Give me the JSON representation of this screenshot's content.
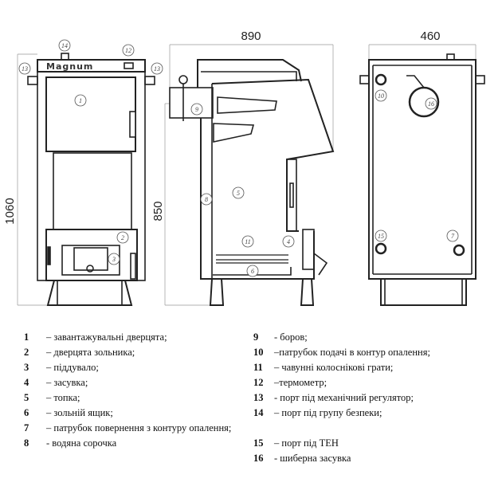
{
  "dimensions": {
    "height_total": "1060",
    "height_flue": "850",
    "depth": "890",
    "width": "460"
  },
  "logo_text": "Magnum",
  "callouts": {
    "c1": "1",
    "c2": "2",
    "c3": "3",
    "c4": "4",
    "c5": "5",
    "c6": "6",
    "c7": "7",
    "c8": "8",
    "c9": "9",
    "c10": "10",
    "c11": "11",
    "c12": "12",
    "c13": "13",
    "c14": "14",
    "c15": "15",
    "c16": "16"
  },
  "legend_left": [
    {
      "num": "1",
      "text": "– завантажувальні дверцята;"
    },
    {
      "num": "2",
      "text": "– дверцята зольника;"
    },
    {
      "num": "3",
      "text": "– піддувало;"
    },
    {
      "num": "4",
      "text": "– засувка;"
    },
    {
      "num": "5",
      "text": "– топка;"
    },
    {
      "num": "6",
      "text": "– зольній ящик;"
    },
    {
      "num": "7",
      "text": "– патрубок повернення з контуру опалення;"
    },
    {
      "num": "8",
      "text": "- водяна сорочка"
    }
  ],
  "legend_right": [
    {
      "num": "9",
      "text": "- боров;"
    },
    {
      "num": "10",
      "text": "–патрубок подачі в контур опалення;"
    },
    {
      "num": "11",
      "text": "– чавунні колоснікові грати;"
    },
    {
      "num": "12",
      "text": "–термометр;"
    },
    {
      "num": "13",
      "text": "- порт під механічний регулятор;"
    },
    {
      "num": "14",
      "text": "– порт під групу безпеки;"
    },
    {
      "num": "15",
      "text": "– порт під ТЕН"
    },
    {
      "num": "16",
      "text": "- шиберна засувка"
    }
  ]
}
